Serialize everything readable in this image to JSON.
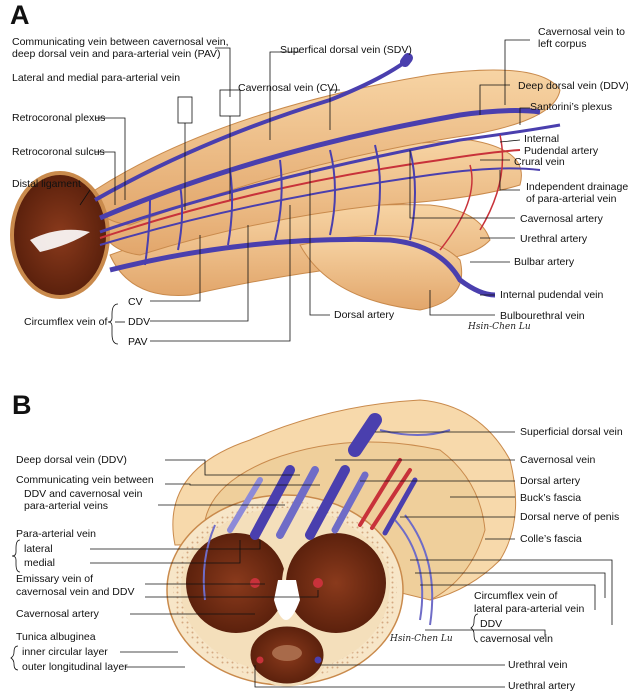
{
  "panel_a": {
    "letter": "A",
    "labels": {
      "communicating": "Communicating vein between cavernosal vein,",
      "communicating_2": "deep dorsal vein and para-arterial vein (PAV)",
      "lateral_medial_pav": "Lateral and medial para-arterial vein",
      "retrocoronal_plexus": "Retrocoronal plexus",
      "retrocoronal_sulcus": "Retrocoronal sulcus",
      "distal_ligament": "Distal ligament",
      "sdv": "Superfical dorsal vein (SDV)",
      "cv": "Cavernosal vein (CV)",
      "cav_left_corpus": "Cavernosal vein to",
      "cav_left_corpus_2": "left corpus",
      "ddv": "Deep dorsal vein (DDV)",
      "santorini": "Santorini’s plexus",
      "internal_pudendal_artery": "Internal",
      "internal_pudendal_artery_2": "Pudendal artery",
      "crural_vein": "Crural vein",
      "independent_drainage": "Independent drainage",
      "independent_drainage_2": "of para-arterial vein",
      "cavernosal_artery": "Cavernosal artery",
      "urethral_artery": "Urethral artery",
      "bulbar_artery": "Bulbar artery",
      "internal_pudendal_vein": "Internal pudendal vein",
      "bulbourethral_vein": "Bulbourethral vein",
      "dorsal_artery": "Dorsal artery",
      "circumflex_of": "Circumflex vein of",
      "circ_cv": "CV",
      "circ_ddv": "DDV",
      "circ_pav": "PAV"
    },
    "signature": "Hsin-Chen Lu"
  },
  "panel_b": {
    "letter": "B",
    "labels": {
      "superficial_dorsal_vein": "Superficial dorsal vein",
      "deep_dorsal_vein": "Deep dorsal vein (DDV)",
      "cavernosal_vein": "Cavernosal vein",
      "communicating": "Communicating vein between",
      "communicating_2": "DDV and cavernosal vein",
      "dorsal_artery": "Dorsal artery",
      "para_arterial_veins": "para-arterial veins",
      "bucks_fascia": "Buck’s fascia",
      "dorsal_nerve": "Dorsal nerve of penis",
      "para_arterial_vein": "Para-arterial vein",
      "lateral": "lateral",
      "medial": "medial",
      "colles_fascia": "Colle’s fascia",
      "emissary": "Emissary vein of",
      "emissary_2": "cavernosal vein and DDV",
      "cavernosal_artery": "Cavernosal artery",
      "circumflex": "Circumflex vein of",
      "circumflex_2": "lateral para-arterial vein",
      "circ_ddv": "DDV",
      "circ_cav": "cavernosal vein",
      "tunica": "Tunica albuginea",
      "inner_circular": "inner circular layer",
      "outer_longitudinal": "outer longitudinal layer",
      "urethral_vein": "Urethral vein",
      "urethral_artery": "Urethral artery"
    },
    "signature": "Hsin-Chen Lu"
  },
  "colors": {
    "tissue": "#f2c08a",
    "tissue_edge": "#c98a4c",
    "vein": "#4a3fae",
    "artery": "#c8323a",
    "glans": "#6e2a12",
    "fascia": "#efcf9b"
  }
}
